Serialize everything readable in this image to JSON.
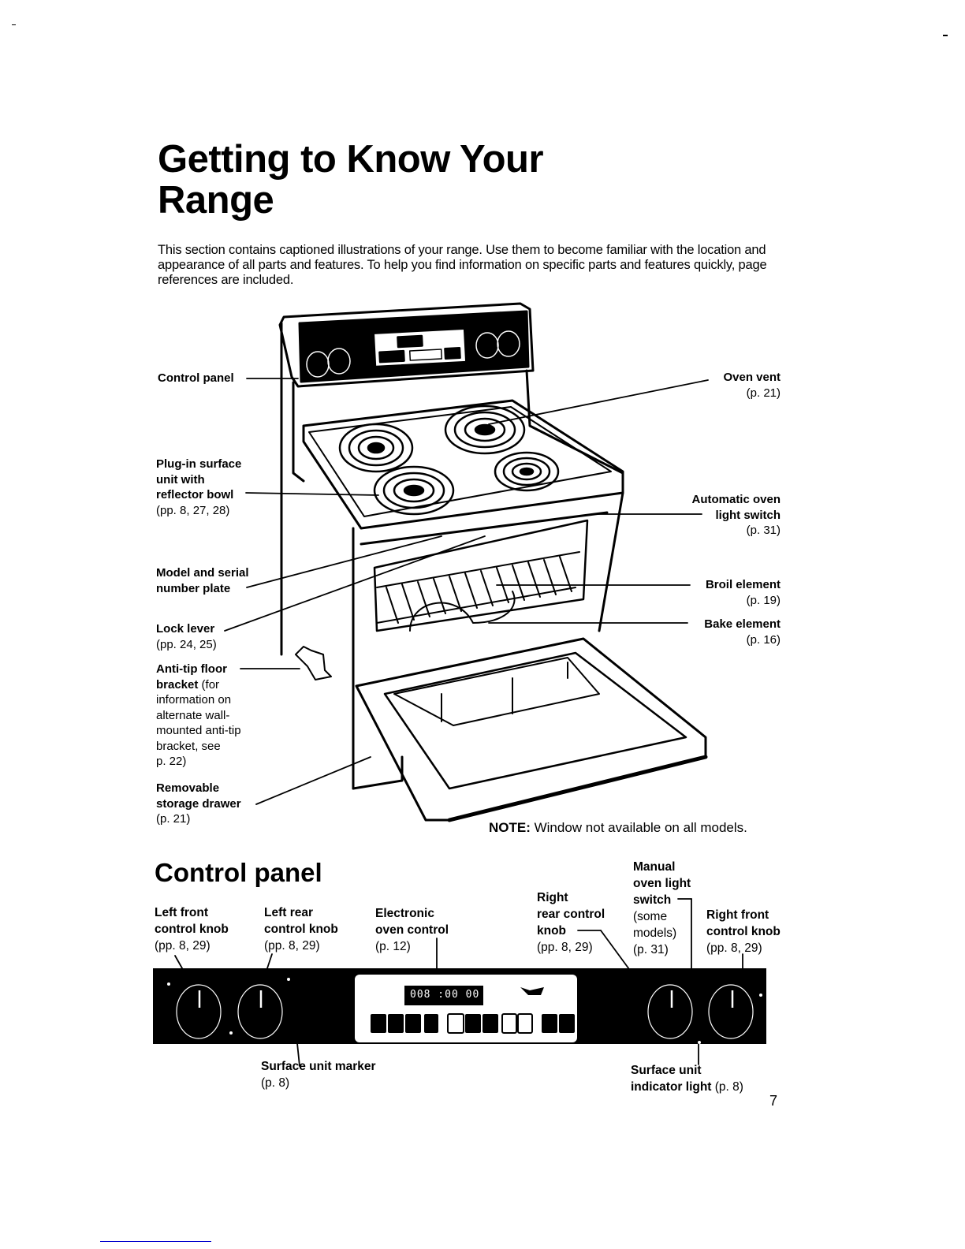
{
  "page": {
    "title_line1": "Getting to Know Your",
    "title_line2": "Range",
    "intro": "This section contains captioned illustrations of your range. Use them to become familiar with the location and appearance of all parts and features. To help you find information on specific parts and features quickly, page references are included.",
    "page_number": "7"
  },
  "range_callouts": {
    "control_panel": {
      "name": "Control panel"
    },
    "plug_in_surface": {
      "name_l1": "Plug-in surface",
      "name_l2": "unit with",
      "name_l3": "reflector bowl",
      "ref": "(pp. 8, 27, 28)"
    },
    "model_serial": {
      "name_l1": "Model and serial",
      "name_l2": "number plate"
    },
    "lock_lever": {
      "name": "Lock lever",
      "ref": "(pp. 24, 25)"
    },
    "anti_tip": {
      "name_l1": "Anti-tip floor",
      "name_l2": "bracket",
      "desc_l2": " (for",
      "desc_l3": "information on",
      "desc_l4": "alternate wall-",
      "desc_l5": "mounted anti-tip",
      "desc_l6": "bracket, see",
      "desc_l7": "p. 22)"
    },
    "storage_drawer": {
      "name_l1": "Removable",
      "name_l2": "storage drawer",
      "ref": "(p. 21)"
    },
    "oven_vent": {
      "name": "Oven vent",
      "ref": "(p. 21)"
    },
    "auto_light": {
      "name_l1": "Automatic oven",
      "name_l2": "light switch",
      "ref": "(p. 31)"
    },
    "broil": {
      "name": "Broil element",
      "ref": "(p. 19)"
    },
    "bake": {
      "name": "Bake element",
      "ref": "(p. 16)"
    },
    "note_label": "NOTE:",
    "note_text": " Window not available on all models."
  },
  "control_panel": {
    "heading": "Control panel",
    "left_front": {
      "l1": "Left front",
      "l2": "control knob",
      "ref": "(pp. 8, 29)"
    },
    "left_rear": {
      "l1": "Left rear",
      "l2": "control knob",
      "ref": "(pp. 8, 29)"
    },
    "electronic": {
      "l1": "Electronic",
      "l2": "oven control",
      "ref": "(p. 12)"
    },
    "right_rear": {
      "l1": "Right",
      "l2": "rear control",
      "l3": "knob",
      "ref": "(pp. 8, 29)"
    },
    "manual_light": {
      "l1": "Manual",
      "l2": "oven light",
      "l3": "switch",
      "l4": "(some",
      "l5": "models)",
      "ref": "(p. 31)"
    },
    "right_front": {
      "l1": "Right front",
      "l2": "control knob",
      "ref": "(pp. 8, 29)"
    },
    "surface_marker": {
      "name": "Surface unit marker",
      "ref": "(p. 8)"
    },
    "indicator_light": {
      "l1": "Surface unit",
      "l2": "indicator light",
      "ref": " (p. 8)"
    },
    "display_readout": "008 :00 00"
  }
}
